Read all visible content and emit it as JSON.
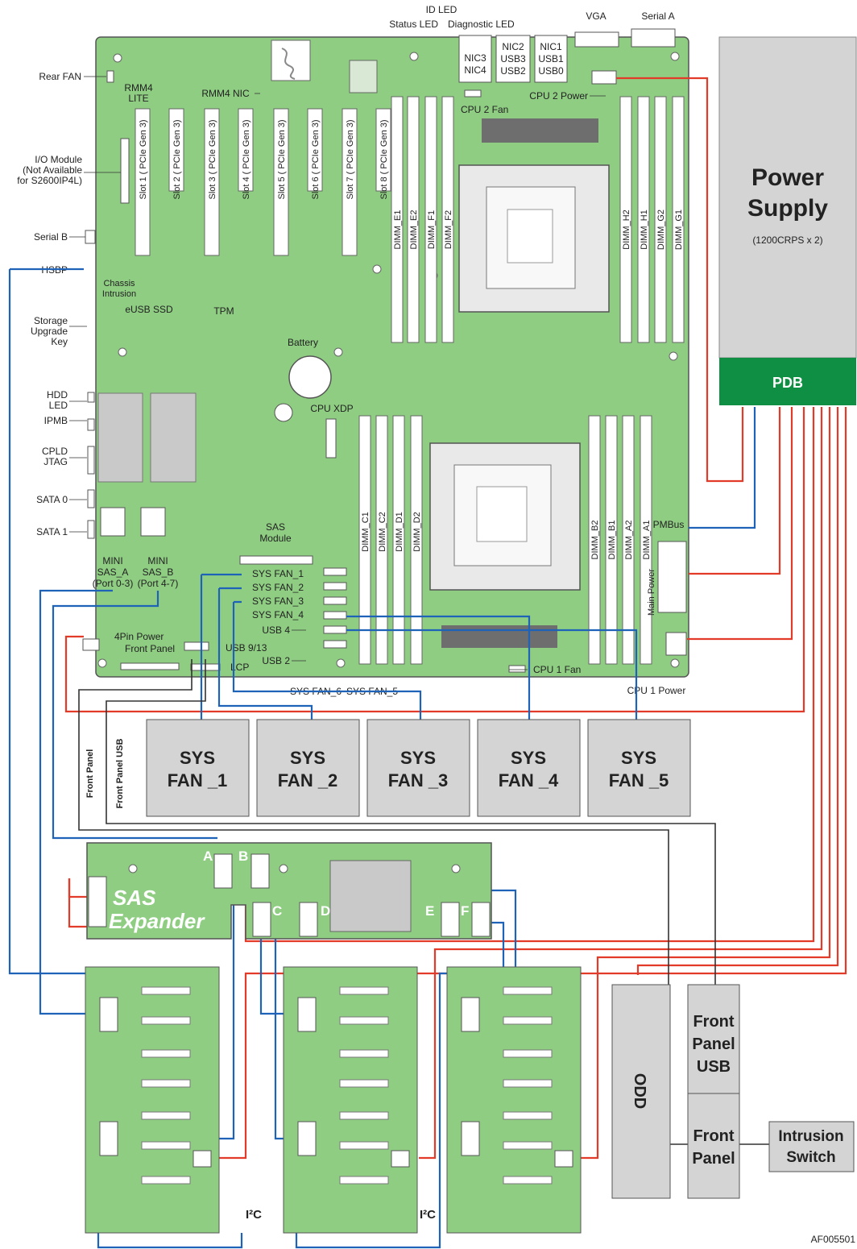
{
  "board": {
    "rear_fan": "Rear FAN",
    "rmm4_lite": [
      "RMM4",
      "LITE"
    ],
    "rmm4_nic": "RMM4 NIC",
    "io_module": [
      "I/O Module",
      "(Not Available",
      "for S2600IP4L)"
    ],
    "serial_b": "Serial B",
    "hsbp": "HSBP",
    "chassis_intrusion": [
      "Chassis",
      "Intrusion"
    ],
    "storage_key": [
      "Storage",
      "Upgrade",
      "Key"
    ],
    "eusb_ssd": "eUSB SSD",
    "tpm": "TPM",
    "battery": "Battery",
    "cpu_xdp": "CPU XDP",
    "hdd_led": [
      "HDD",
      "LED"
    ],
    "ipmb": "IPMB",
    "cpld_jtag": [
      "CPLD",
      "JTAG"
    ],
    "sata0": "SATA 0",
    "sata1": "SATA 1",
    "mini_sas_a": [
      "MINI",
      "SAS_A",
      "(Port 0-3)"
    ],
    "mini_sas_b": [
      "MINI",
      "SAS_B",
      "(Port 4-7)"
    ],
    "sas_module": [
      "SAS",
      "Module"
    ],
    "four_pin_power": "4Pin Power",
    "front_panel_hdr": "Front Panel",
    "usb_9_13": "USB 9/13",
    "lcp": "LCP",
    "usb4": "USB 4",
    "usb2": "USB 2",
    "sys_fan_headers": [
      "SYS FAN_1",
      "SYS FAN_2",
      "SYS FAN_3",
      "SYS FAN_4"
    ],
    "sys_fan_6": "SYS FAN_6",
    "sys_fan_5": "SYS FAN_5",
    "cpu1_fan": "CPU 1 Fan",
    "cpu1_power": "CPU 1 Power",
    "cpu2_fan": "CPU 2 Fan",
    "cpu2_power": "CPU 2 Power",
    "main_power": "Main Power",
    "pmbus": "PMBus",
    "id_led": "ID LED",
    "status_led": "Status LED",
    "diag_led": "Diagnostic LED",
    "vga": "VGA",
    "serial_a": "Serial A",
    "nic34": [
      "NIC3",
      "NIC4"
    ],
    "nic2_usb": [
      "NIC2",
      "USB3",
      "USB2"
    ],
    "nic1_usb": [
      "NIC1",
      "USB1",
      "USB0"
    ],
    "slots": [
      "Slot 1 ( PCIe Gen 3)",
      "Slot 2 ( PCIe Gen 3)",
      "Slot 3 ( PCIe Gen 3)",
      "Slot 4 ( PCIe Gen 3)",
      "Slot 5 ( PCIe Gen 3)",
      "Slot 6 ( PCIe Gen 3)",
      "Slot 7 ( PCIe Gen 3)",
      "Slot 8 ( PCIe Gen 3)"
    ],
    "dimms_top_left": [
      "DIMM_E1",
      "DIMM_E2",
      "DIMM_F1",
      "DIMM_F2"
    ],
    "dimms_top_right": [
      "DIMM_H2",
      "DIMM_H1",
      "DIMM_G2",
      "DIMM_G1"
    ],
    "dimms_bot_left": [
      "DIMM_C1",
      "DIMM_C2",
      "DIMM_D1",
      "DIMM_D2"
    ],
    "dimms_bot_right": [
      "DIMM_B2",
      "DIMM_B1",
      "DIMM_A2",
      "DIMM_A1"
    ]
  },
  "psu": {
    "title": [
      "Power",
      "Supply"
    ],
    "subtitle": "(1200CRPS x 2)",
    "pdb": "PDB"
  },
  "fans": [
    [
      "SYS",
      "FAN _1"
    ],
    [
      "SYS",
      "FAN _2"
    ],
    [
      "SYS",
      "FAN _3"
    ],
    [
      "SYS",
      "FAN _4"
    ],
    [
      "SYS",
      "FAN _5"
    ]
  ],
  "cables": {
    "front_panel": "Front Panel",
    "front_panel_usb": "Front Panel USB"
  },
  "expander": {
    "title": [
      "SAS",
      "Expander"
    ],
    "ports": [
      "A",
      "B",
      "C",
      "D",
      "E",
      "F"
    ]
  },
  "backplane": {
    "i2c": "I²C"
  },
  "bays": {
    "odd": "ODD",
    "front_panel_usb": [
      "Front",
      "Panel",
      "USB"
    ],
    "front_panel": [
      "Front",
      "Panel"
    ],
    "intrusion_switch": [
      "Intrusion",
      "Switch"
    ]
  },
  "figure_id": "AF005501",
  "colors": {
    "board_green": "#8fcd83",
    "pdb_green": "#0e8f43",
    "psu_gray": "#d4d4d4",
    "fan_gray": "#d4d4d4",
    "power_cable": "#e23b2a",
    "signal_cable": "#1f63b8",
    "front_panel_cable": "#333333"
  }
}
